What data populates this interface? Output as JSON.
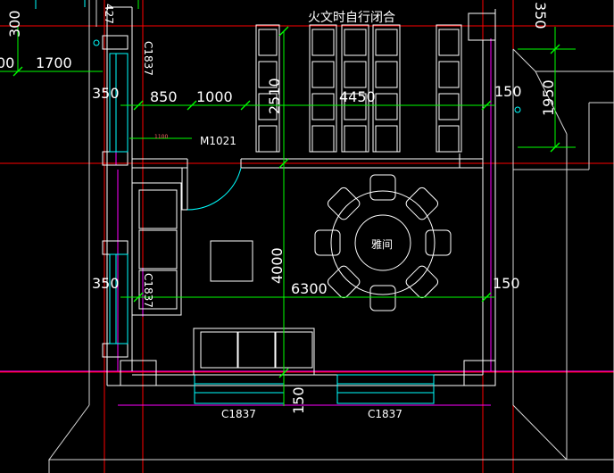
{
  "drawing": {
    "colors": {
      "background": "#000000",
      "wall": "#ffffff",
      "axis": "#ff0000",
      "dimension": "#00ff00",
      "window": "#00ffff",
      "boundary": "#ff00ff",
      "furniture": "#ffffff",
      "text": "#ffffff"
    },
    "labels": {
      "top_note": "火文时自行闭合",
      "room_name": "雅间",
      "door_tag": "M1021",
      "door_small": "1100",
      "win_top_left": "C1837",
      "win_mid_left": "C1837",
      "win_bottom_left": "C1837",
      "win_bottom_right": "C1837",
      "top_left_code": "427",
      "top_right_code": "350"
    },
    "dimensions": {
      "d300": "300",
      "d1700": "1700",
      "d00": "00",
      "d350_top": "350",
      "d850": "850",
      "d1000": "1000",
      "d2510": "2510",
      "d4450": "4450",
      "d150_top": "150",
      "d1950": "1950",
      "d350_mid": "350",
      "d4000": "4000",
      "d6300": "6300",
      "d150_mid": "150",
      "d150_bottom": "150"
    }
  }
}
